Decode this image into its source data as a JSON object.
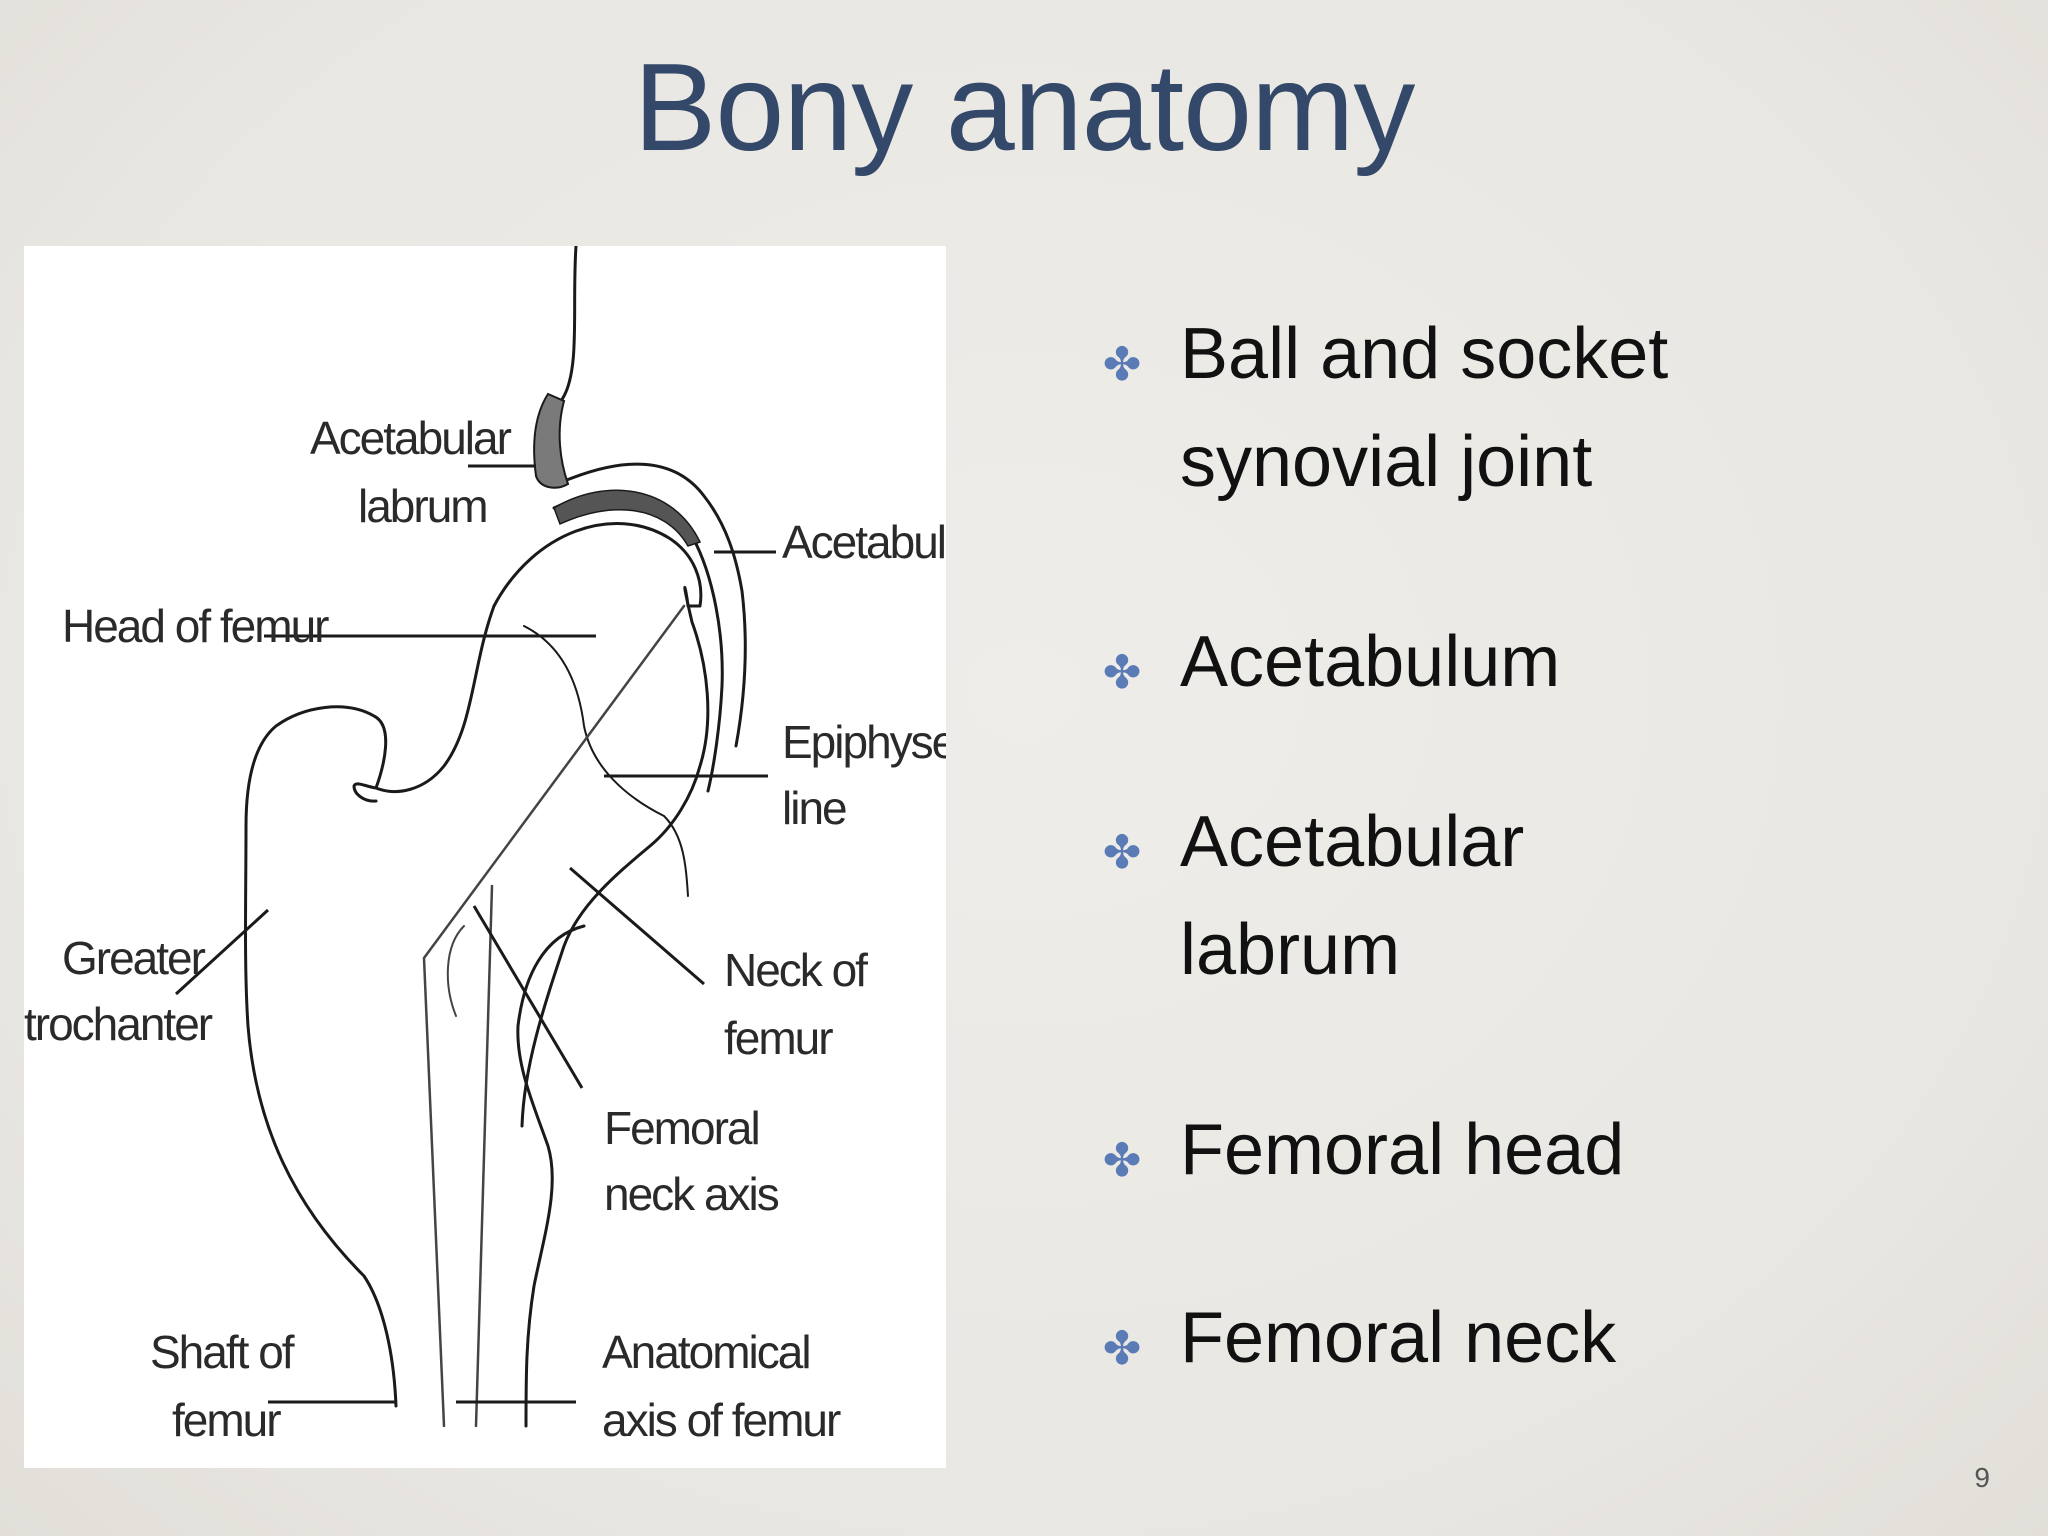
{
  "slide": {
    "title": "Bony anatomy",
    "page_number": "9"
  },
  "figure": {
    "labels": {
      "acetabular_labrum_1": "Acetabular",
      "acetabular_labrum_2": "labrum",
      "acetabulum": "Acetabulum",
      "head_of_femur": "Head of femur",
      "epiphyseal_1": "Epiphyseal",
      "epiphyseal_2": "line",
      "greater_trochanter_1": "Greater",
      "greater_trochanter_2": "trochanter",
      "neck_of_femur_1": "Neck of",
      "neck_of_femur_2": "femur",
      "femoral_neck_axis_1": "Femoral",
      "femoral_neck_axis_2": "neck axis",
      "shaft_of_femur_1": "Shaft of",
      "shaft_of_femur_2": "femur",
      "anatomical_axis_1": "Anatomical",
      "anatomical_axis_2": "axis of femur"
    }
  },
  "bullets": {
    "items": [
      {
        "line1": "Ball and socket",
        "line2": "synovial joint"
      },
      {
        "line1": "Acetabulum",
        "line2": ""
      },
      {
        "line1": "Acetabular",
        "line2": "labrum"
      },
      {
        "line1": "Femoral head",
        "line2": ""
      },
      {
        "line1": "Femoral neck",
        "line2": ""
      }
    ],
    "marker_icon": "four-petal-star-icon",
    "marker_glyph": "✤",
    "marker_color": "#5a7bb5"
  },
  "colors": {
    "title": "#34486a",
    "background": "#eceae6",
    "text": "#111111"
  }
}
